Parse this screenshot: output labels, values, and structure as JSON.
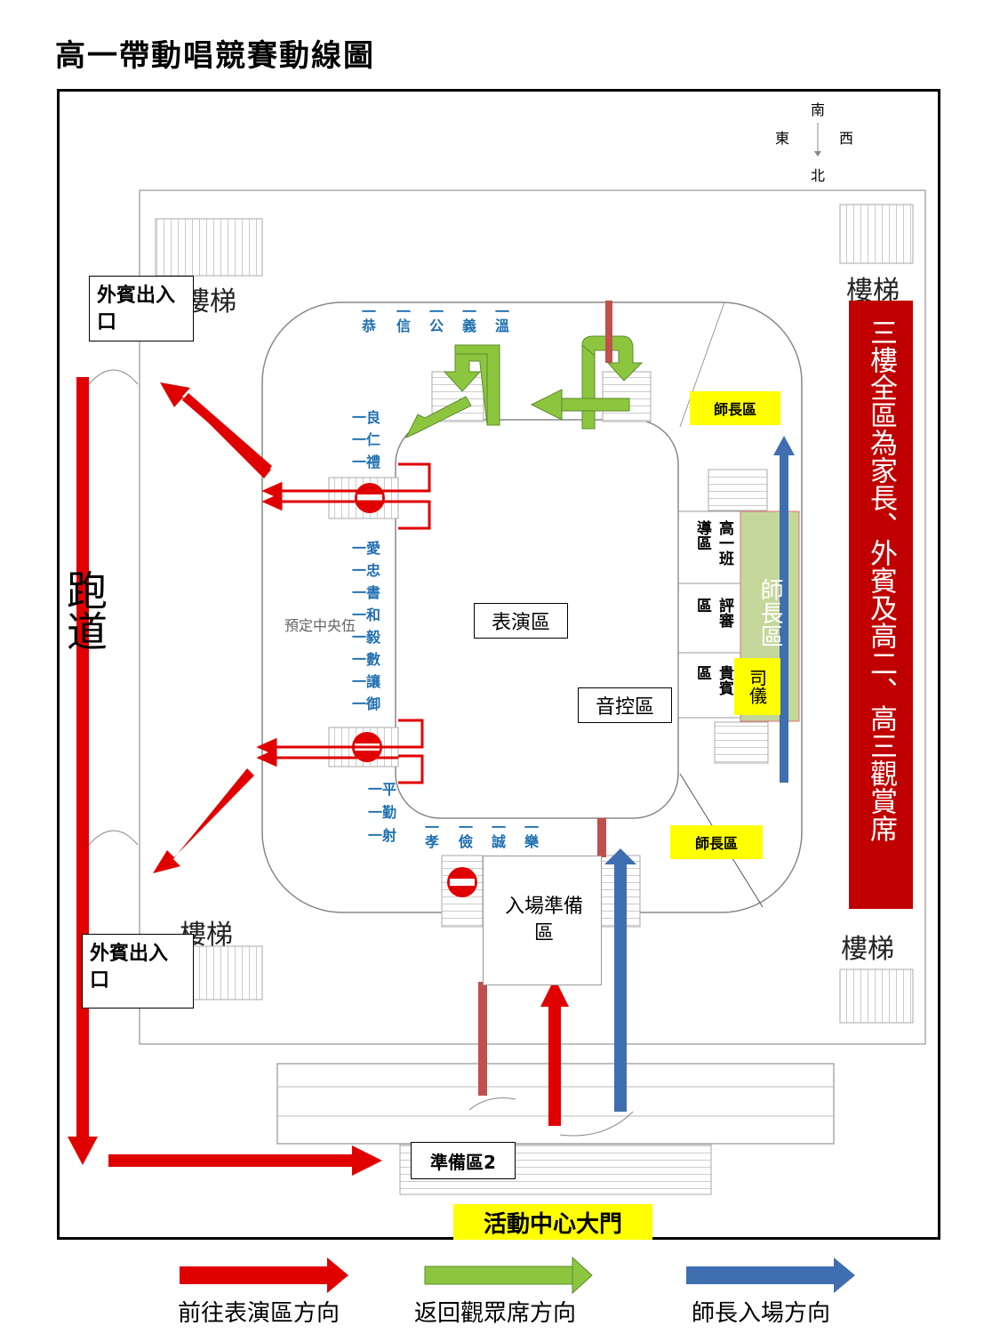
{
  "title": "高一帶動唱競賽動線圖",
  "compass": {
    "south": "南",
    "east": "東",
    "west": "西",
    "north": "北"
  },
  "stairs_label": "樓梯",
  "guest_entrance": "外賓出入口",
  "track": "跑道",
  "performance_area": "表演區",
  "sound_control": "音控區",
  "reserved_center": "預定中央伍",
  "teacher_area": "師長區",
  "teacher_area_center": "師長區",
  "homeroom_area": "高一班導區",
  "judges_area": "評審區",
  "vip_area": "貴賓區",
  "mc": "司儀",
  "entry_prep": "入場準備區",
  "prep_area_2": "準備區2",
  "main_gate": "活動中心大門",
  "third_floor_note": "三樓全區為家長、外賓及高二、高三觀賞席",
  "classes_top": [
    "一恭",
    "一信",
    "一公",
    "一義",
    "一溫"
  ],
  "classes_left_upper": [
    "一良",
    "一仁",
    "一禮"
  ],
  "classes_left_mid": [
    "一愛",
    "一忠",
    "一書",
    "一和",
    "一毅",
    "一數",
    "一讓",
    "一御"
  ],
  "classes_left_lower": [
    "一平",
    "一勤",
    "一射"
  ],
  "classes_bottom": [
    "一孝",
    "一儉",
    "一誠",
    "一樂"
  ],
  "legend": {
    "red": "前往表演區方向",
    "green": "返回觀眾席方向",
    "blue": "師長入場方向"
  },
  "colors": {
    "red": "#e00000",
    "green": "#8cc63f",
    "blue": "#3f6fb0",
    "darkred": "#c00000",
    "yellow": "#ffff00",
    "class_text": "#1f6fb0"
  }
}
